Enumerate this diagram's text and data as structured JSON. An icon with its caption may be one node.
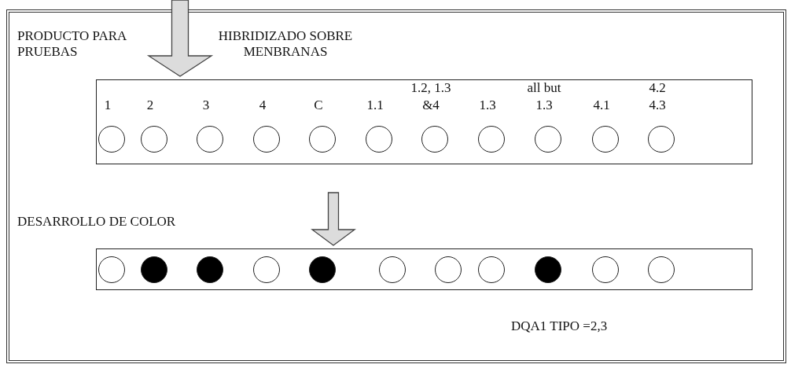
{
  "diagram": {
    "nodes": [
      {
        "text": [],
        "shape": "box"
      },
      {
        "text": [],
        "shape": "box",
        "in": 0
      },
      {
        "text": [],
        "shape": "box",
        "in": 0
      },
      {
        "text": [],
        "shape": "circle",
        "in": 1
      },
      {
        "text": [],
        "shape": "circle",
        "in": 1
      },
      {
        "text": [],
        "shape": "circle",
        "in": 1
      },
      {
        "text": [],
        "shape": "circle",
        "in": 1
      },
      {
        "text": [],
        "shape": "circle",
        "in": 1
      },
      {
        "text": [],
        "shape": "circle",
        "in": 1
      },
      {
        "text": [],
        "shape": "circle",
        "in": 1
      },
      {
        "text": [],
        "shape": "circle",
        "in": 1
      },
      {
        "text": [],
        "shape": "circle",
        "in": 1
      },
      {
        "text": [],
        "shape": "circle",
        "in": 1
      },
      {
        "text": [],
        "shape": "circle",
        "in": 1
      },
      {
        "text": [],
        "shape": "circle",
        "in": 2
      },
      {
        "text": [],
        "shape": "dot",
        "in": 2
      },
      {
        "text": [],
        "shape": "dot",
        "in": 2
      },
      {
        "text": [],
        "shape": "circle",
        "in": 2
      },
      {
        "text": [],
        "shape": "dot",
        "in": 2
      },
      {
        "text": [],
        "shape": "circle",
        "in": 2
      },
      {
        "text": [],
        "shape": "circle",
        "in": 2
      },
      {
        "text": [],
        "shape": "circle",
        "in": 2
      },
      {
        "text": [],
        "shape": "dot",
        "in": 2
      },
      {
        "text": [],
        "shape": "circle",
        "in": 2
      },
      {
        "text": [],
        "shape": "circle",
        "in": 2
      }
    ],
    "edges": [
      {
        "from": null,
        "to": 1,
        "arrow": "to"
      },
      {
        "from": 1,
        "to": 2,
        "arrow": "to"
      }
    ],
    "labels": [
      "PRODUCTO PARA PRUEBAS",
      "HIBRIDIZADO SOBRE MENBRANAS",
      "1.2, 1.3",
      "all but",
      "4.2",
      "1",
      "2",
      "3",
      "4",
      "C",
      "1.1",
      "&4",
      "1.3",
      "1.3",
      "4.1",
      "4.3",
      "DESARROLLO DE COLOR",
      "DQA1 TIPO =2,3"
    ]
  }
}
